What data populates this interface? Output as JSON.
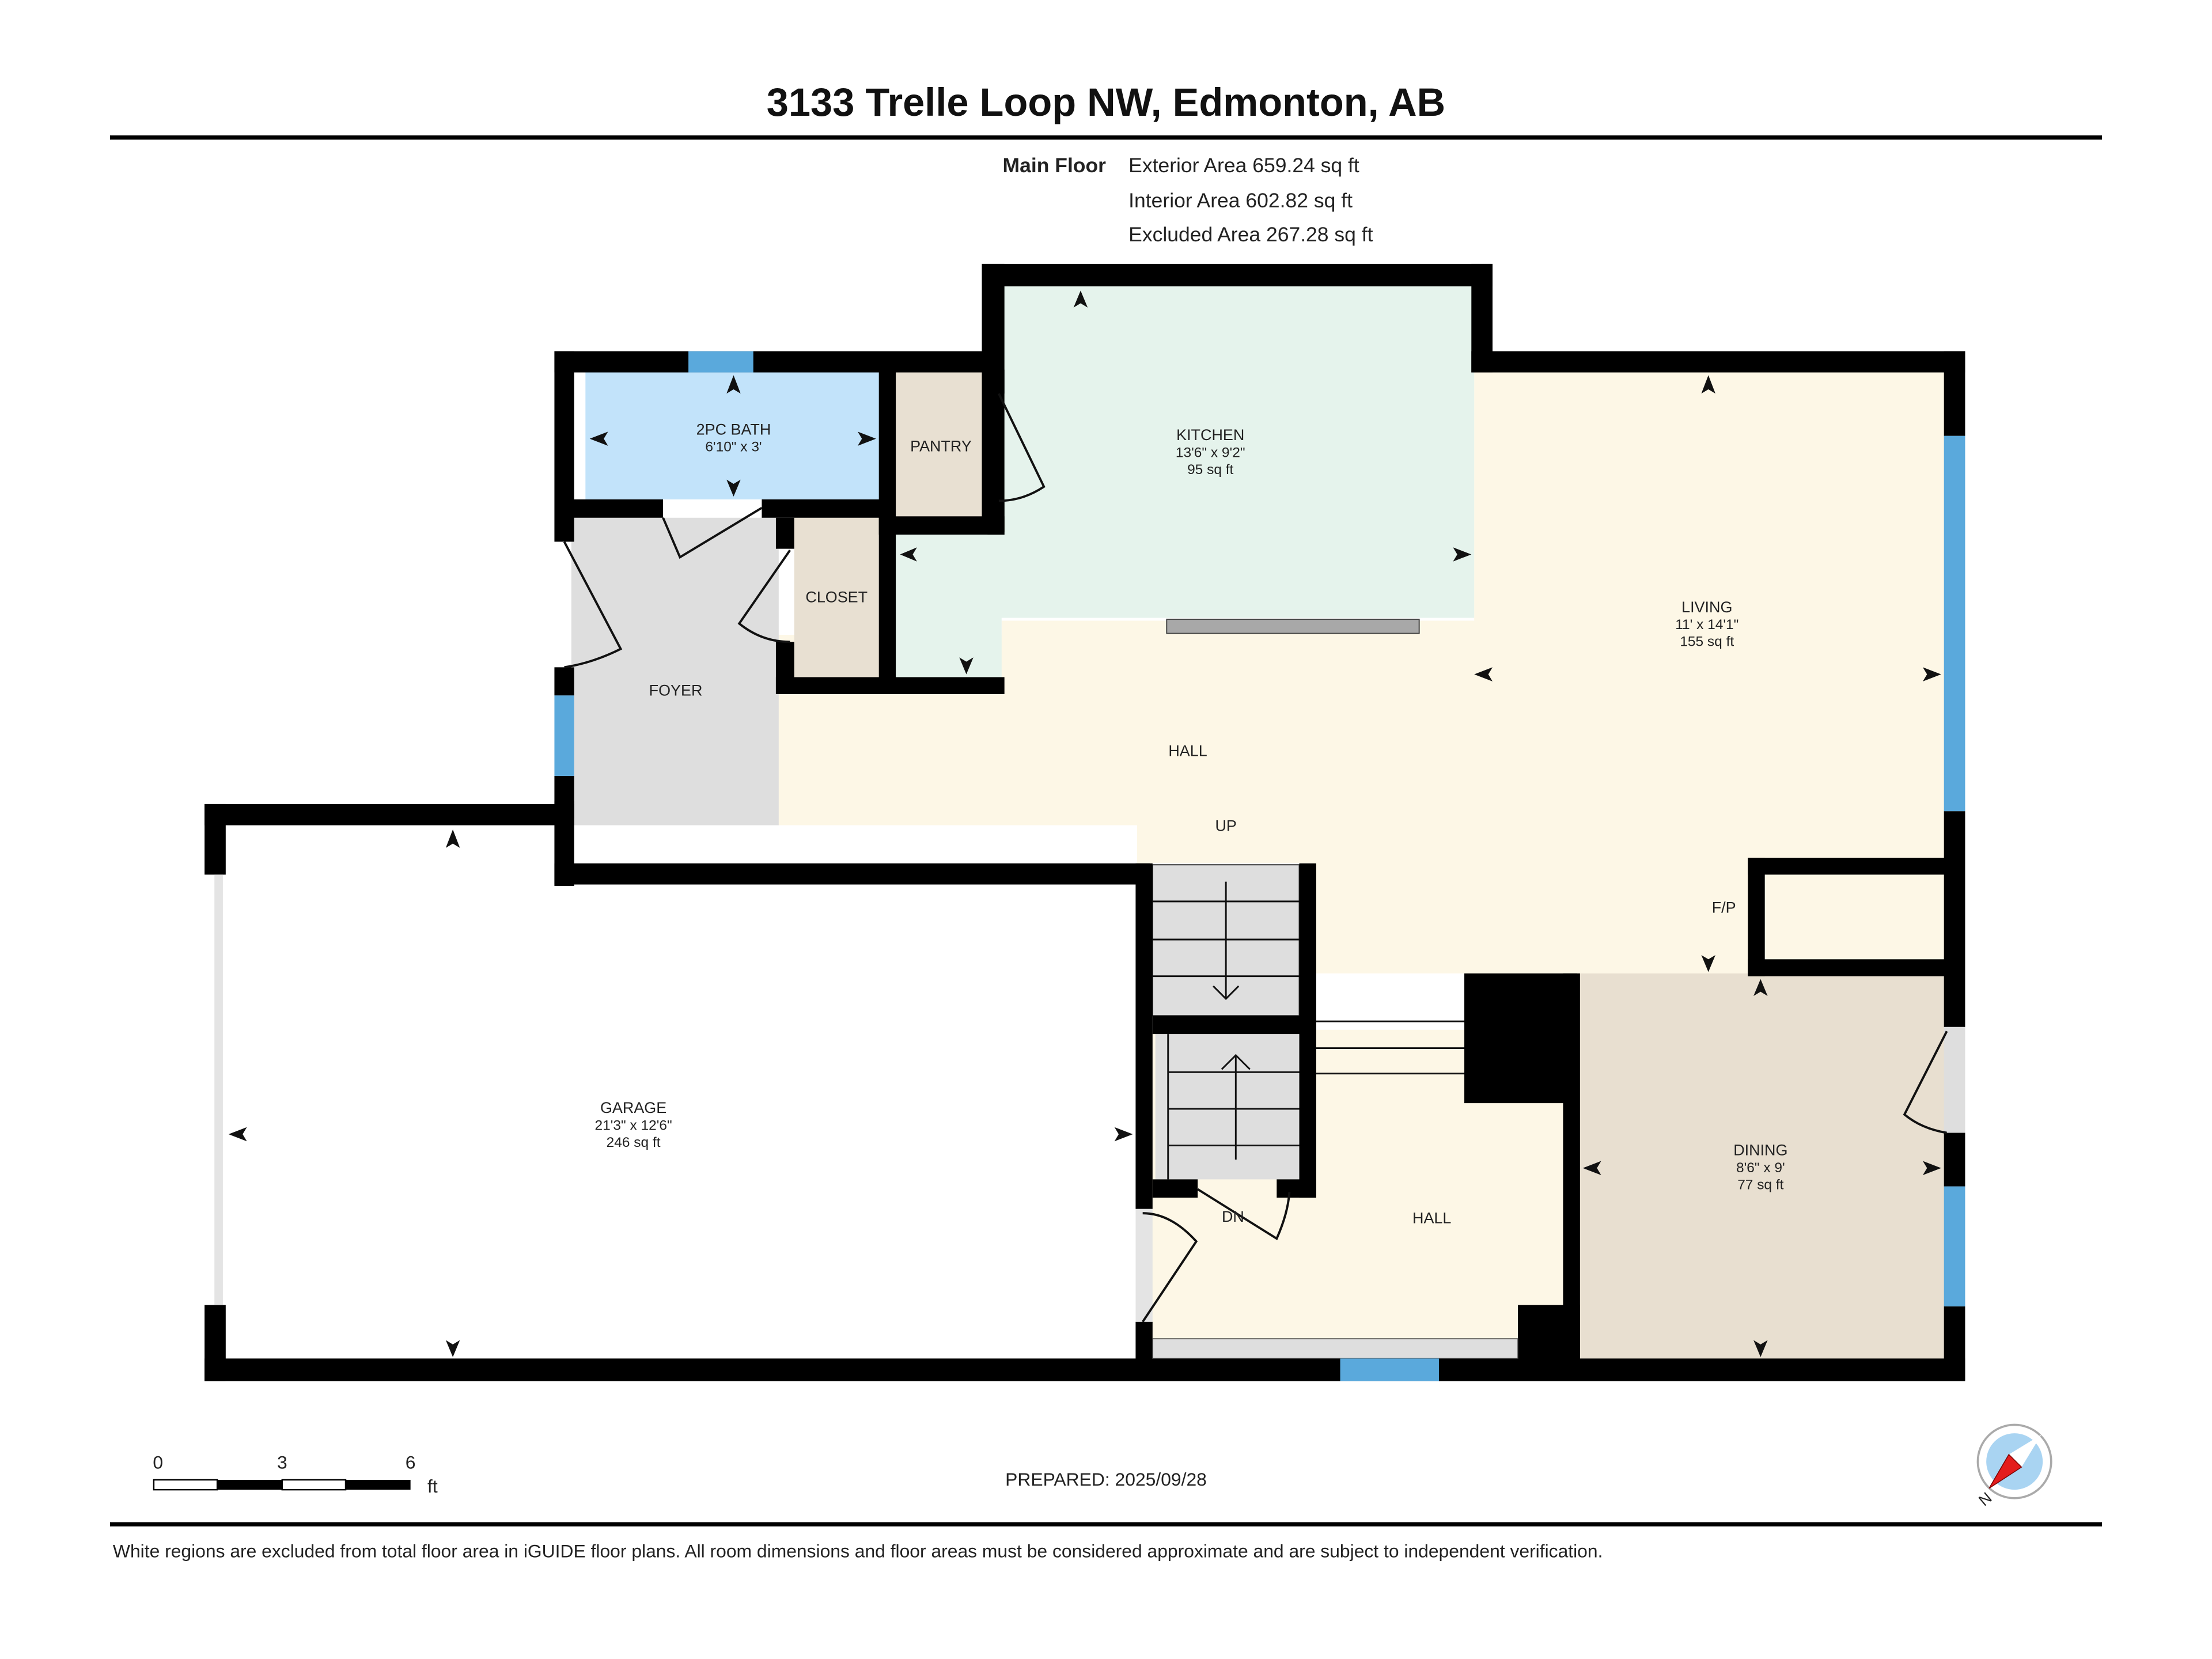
{
  "header": {
    "title": "3133 Trelle Loop NW, Edmonton, AB",
    "floor_label": "Main Floor",
    "exterior_area": "Exterior Area 659.24 sq ft",
    "interior_area": "Interior Area 602.82 sq ft",
    "excluded_area": "Excluded Area 267.28 sq ft"
  },
  "rooms": {
    "bath": {
      "name": "2PC BATH",
      "dims": "6'10\" x 3'",
      "color": "#c2e3fa"
    },
    "pantry": {
      "name": "PANTRY",
      "color": "#e8e0d2"
    },
    "closet": {
      "name": "CLOSET",
      "color": "#e8e0d2"
    },
    "kitchen": {
      "name": "KITCHEN",
      "dims": "13'6\" x 9'2\"",
      "area": "95 sq ft",
      "color": "#e5f3ec"
    },
    "foyer": {
      "name": "FOYER",
      "color": "#dedede"
    },
    "living": {
      "name": "LIVING",
      "dims": "11' x 14'1\"",
      "area": "155 sq ft",
      "color": "#fdf7e6"
    },
    "hall_upper": {
      "name": "HALL"
    },
    "up_label": "UP",
    "fireplace": "F/P",
    "garage": {
      "name": "GARAGE",
      "dims": "21'3\" x 12'6\"",
      "area": "246 sq ft",
      "color": "#ffffff"
    },
    "hall_lower": {
      "name": "HALL"
    },
    "dn_label": "DN",
    "dining": {
      "name": "DINING",
      "dims": "8'6\" x 9'",
      "area": "77 sq ft",
      "color": "#e8dfd0"
    }
  },
  "colors": {
    "wall": "#000000",
    "window": "#5aa9dc",
    "stairs": "#dedede",
    "counter": "#a8a8a8"
  },
  "scale_bar": {
    "ticks": [
      "0",
      "3",
      "6"
    ],
    "unit": "ft"
  },
  "prepared": "PREPARED: 2025/09/28",
  "compass": {
    "label": "N"
  },
  "disclaimer": "White regions are excluded from total floor area in iGUIDE floor plans. All room dimensions and floor areas must be considered approximate and are subject to independent verification."
}
